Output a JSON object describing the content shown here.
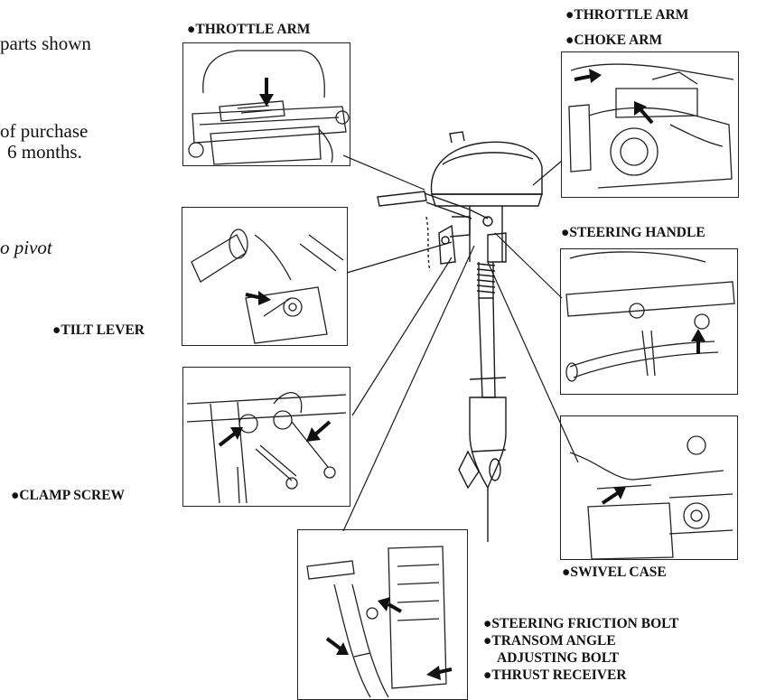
{
  "text_fragments": [
    "parts shown",
    "of purchase",
    "6 months.",
    "o pivot"
  ],
  "labels": {
    "throttle_arm_top_left": "●THROTTLE ARM",
    "throttle_arm_top_right": "●THROTTLE ARM",
    "choke_arm": "●CHOKE ARM",
    "steering_handle": "●STEERING HANDLE",
    "tilt_lever": "●TILT LEVER",
    "clamp_screw": "●CLAMP SCREW",
    "swivel_case": "●SWIVEL CASE",
    "steering_friction_bolt": "●STEERING FRICTION BOLT",
    "transom_angle_adjusting_bolt_1": "●TRANSOM ANGLE",
    "transom_angle_adjusting_bolt_2": "ADJUSTING BOLT",
    "thrust_receiver": "●THRUST RECEIVER"
  },
  "colors": {
    "line": "#1a1a1a",
    "arrow": "#1a1a1a",
    "background": "#ffffff"
  }
}
